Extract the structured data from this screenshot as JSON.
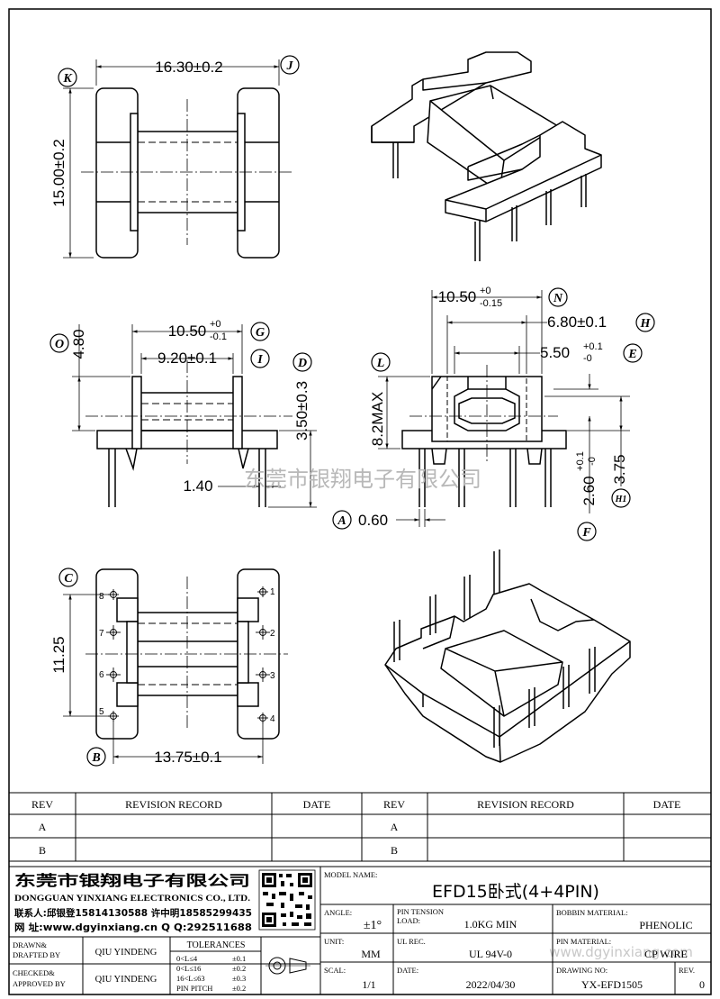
{
  "title_block": {
    "company_cn": "东莞市银翔电子有限公司",
    "company_en": "DONGGUAN YINXIANG ELECTRONICS CO., LTD.",
    "contact_line": "联系人:邱银登15814130588 许中明18585299435",
    "web_line": "网  址:www.dgyinxiang.cn   Q Q:292511688",
    "model_label": "MODEL NAME:",
    "model_value": "EFD15卧式(4+4PIN)",
    "angle_label": "ANGLE:",
    "angle_value": "±1°",
    "pin_tension_label": "PIN TENSION",
    "load_label": "LOAD:",
    "load_value": "1.0KG MIN",
    "bobbin_material_label": "BOBBIN MATERIAL:",
    "bobbin_material_value": "PHENOLIC",
    "unit_label": "UNIT:",
    "unit_value": "MM",
    "ul_rec_label": "UL REC.",
    "ul_rec_value": "UL 94V-0",
    "pin_material_label": "PIN MATERIAL:",
    "pin_material_value": "CP WIRE",
    "scale_label": "SCAL:",
    "scale_value": "1/1",
    "date_label": "DATE:",
    "date_value": "2022/04/30",
    "drawing_no_label": "DRAWING NO:",
    "drawing_no_value": "YX-EFD1505",
    "rev_label": "REV.",
    "rev_value": "0",
    "drawn_label_1": "DRAWN&",
    "drawn_label_2": "DRAFTED BY",
    "drawn_value": "QIU YINDENG",
    "checked_label_1": "CHECKED&",
    "checked_label_2": "APPROVED BY",
    "checked_value": "QIU YINDENG",
    "tolerances_label": "TOLERANCES",
    "tolerances": [
      {
        "range": "0<L≤4",
        "tol": "±0.1"
      },
      {
        "range": "0<L≤16",
        "tol": "±0.2"
      },
      {
        "range": "16<L≤63",
        "tol": "±0.3"
      },
      {
        "range": "PIN PITCH",
        "tol": "±0.2"
      }
    ]
  },
  "revision_table": {
    "headers": [
      "REV",
      "REVISION RECORD",
      "DATE",
      "REV",
      "REVISION RECORD",
      "DATE"
    ],
    "rows": [
      [
        "A",
        "",
        "",
        "A",
        "",
        ""
      ],
      [
        "B",
        "",
        "",
        "B",
        "",
        ""
      ]
    ]
  },
  "dimensions": {
    "top_width": "16.30±0.2",
    "top_height": "15.00±0.2",
    "front_outer": "10.50",
    "front_outer_tol_up": "+0",
    "front_outer_tol_dn": "-0.1",
    "front_inner": "9.20±0.1",
    "front_height": "4.80",
    "front_pin_height": "3.50±0.3",
    "front_pin_offset": "1.40",
    "side_outer": "10.50",
    "side_outer_tol_up": "+0",
    "side_outer_tol_dn": "-0.15",
    "side_mid": "6.80±0.1",
    "side_inner": "5.50",
    "side_inner_tol_up": "+0.1",
    "side_inner_tol_dn": "-0",
    "side_max": "8.2MAX",
    "side_pin_len": "3.75",
    "side_step": "2.60",
    "side_step_tol_up": "+0.1",
    "side_step_tol_dn": "-0",
    "side_pin_dia": "0.60",
    "bottom_pitch": "11.25",
    "bottom_width": "13.75±0.1"
  },
  "callouts": [
    "K",
    "J",
    "O",
    "G",
    "I",
    "D",
    "N",
    "H",
    "E",
    "L",
    "H1",
    "F",
    "A",
    "C",
    "B"
  ],
  "pin_numbers": [
    "1",
    "2",
    "3",
    "4",
    "5",
    "6",
    "7",
    "8"
  ],
  "watermark_cn": "东莞市银翔电子有限公司",
  "watermark_url": "www.dgyinxiang.com"
}
